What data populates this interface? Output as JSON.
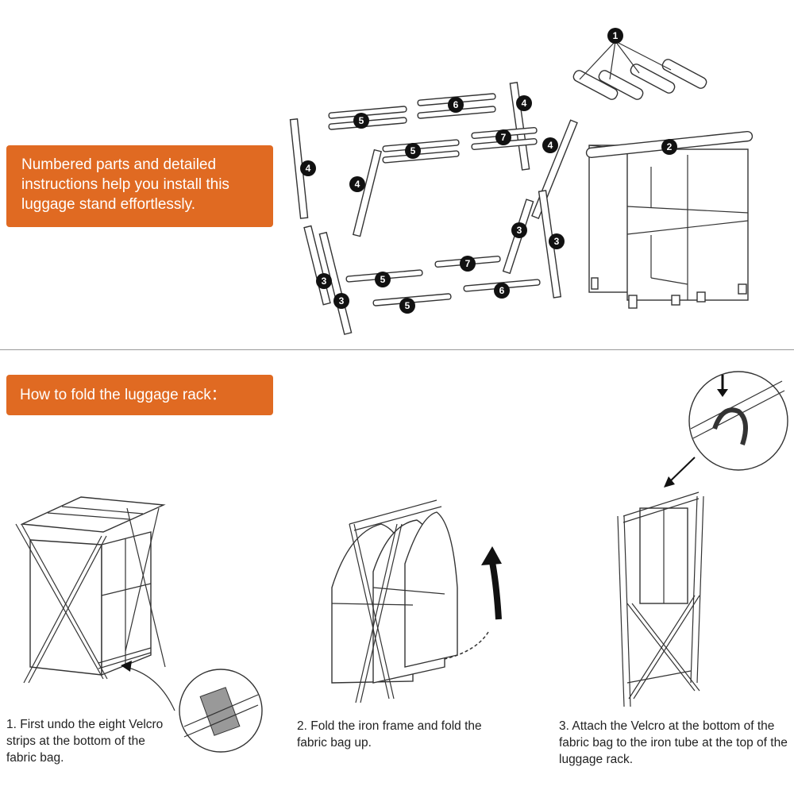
{
  "top_banner": {
    "lines": [
      "Numbered parts and detailed",
      "instructions help you install this",
      "luggage stand effortlessly."
    ]
  },
  "fold_banner": {
    "text": "How to fold the luggage rack："
  },
  "part_labels": {
    "p1": "1",
    "p2": "2",
    "p3a": "3",
    "p3b": "3",
    "p3c": "3",
    "p3d": "3",
    "p4a": "4",
    "p4b": "4",
    "p4c": "4",
    "p4d": "4",
    "p5a": "5",
    "p5b": "5",
    "p5c": "5",
    "p5d": "5",
    "p6a": "6",
    "p6b": "6",
    "p7a": "7",
    "p7b": "7"
  },
  "steps": {
    "step1": "1. First undo the eight Velcro strips at the bottom of the fabric bag.",
    "step2": "2. Fold the iron frame and fold the fabric bag up.",
    "step3": "3. Attach the Velcro at the bottom of the fabric bag to the iron tube at the top of the luggage rack."
  },
  "colors": {
    "banner": "#e06a22",
    "line": "#333333",
    "badge": "#111111"
  }
}
